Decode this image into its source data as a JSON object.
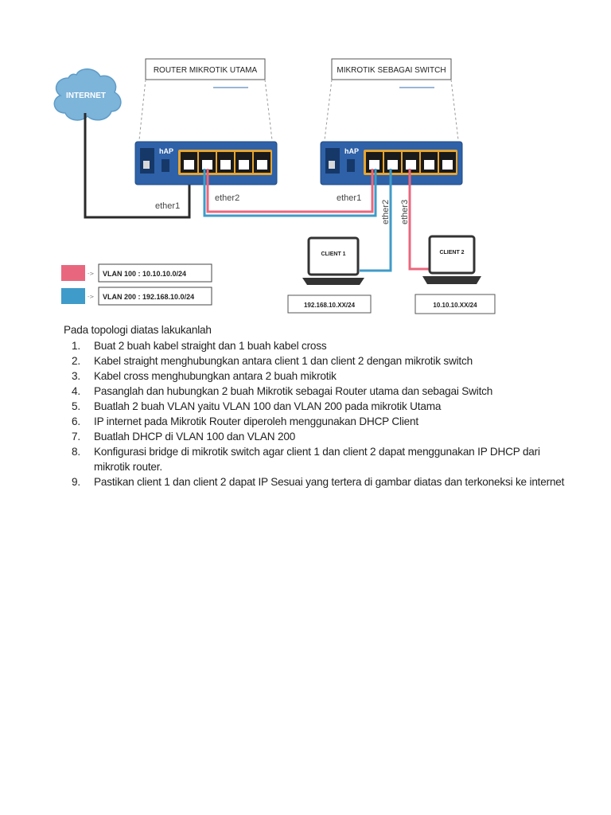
{
  "diagram": {
    "internet_label": "INTERNET",
    "router_title": "ROUTER MIKROTIK UTAMA",
    "switch_title": "MIKROTIK SEBAGAI SWITCH",
    "device_brand": "hAP",
    "router_port_label": "ether1",
    "router_link_label": "ether2",
    "switch_port1_label": "ether1",
    "switch_port2_label": "ether2",
    "switch_port3_label": "ether3",
    "client1_label": "CLIENT 1",
    "client2_label": "CLIENT 2",
    "client1_ip": "192.168.10.XX/24",
    "client2_ip": "10.10.10.XX/24",
    "legend": [
      {
        "label": "VLAN 100 : 10.10.10.0/24",
        "color": "#e9677e"
      },
      {
        "label": "VLAN 200 : 192.168.10.0/24",
        "color": "#3f9bc9"
      }
    ],
    "colors": {
      "vlan100": "#e9677e",
      "vlan200": "#3f9bc9",
      "device_body": "#2e61a8",
      "cloud": "#7db4da",
      "cable_internet": "#2a2a2a"
    }
  },
  "instructions": {
    "intro": "Pada topologi diatas lakukanlah",
    "steps": [
      {
        "num": "1.",
        "text": "Buat 2 buah kabel straight dan 1 buah kabel cross"
      },
      {
        "num": "2.",
        "text": "Kabel straight menghubungkan antara client 1 dan client 2 dengan mikrotik switch"
      },
      {
        "num": "3.",
        "text": "Kabel cross menghubungkan antara 2 buah mikrotik"
      },
      {
        "num": "4.",
        "text": "Pasanglah dan hubungkan 2 buah Mikrotik sebagai Router utama dan sebagai Switch"
      },
      {
        "num": "5.",
        "text": "Buatlah 2 buah VLAN yaitu VLAN 100 dan VLAN 200 pada mikrotik Utama"
      },
      {
        "num": "6.",
        "text": "IP internet pada Mikrotik Router diperoleh menggunakan DHCP Client"
      },
      {
        "num": "7.",
        "text": "Buatlah DHCP di VLAN 100 dan VLAN 200"
      },
      {
        "num": "8.",
        "text": "Konfigurasi bridge di mikrotik switch agar client 1 dan client 2 dapat menggunakan IP DHCP dari mikrotik router."
      },
      {
        "num": "9.",
        "text": "Pastikan client 1 dan client 2 dapat IP Sesuai yang tertera di gambar diatas dan terkoneksi ke internet"
      }
    ]
  }
}
